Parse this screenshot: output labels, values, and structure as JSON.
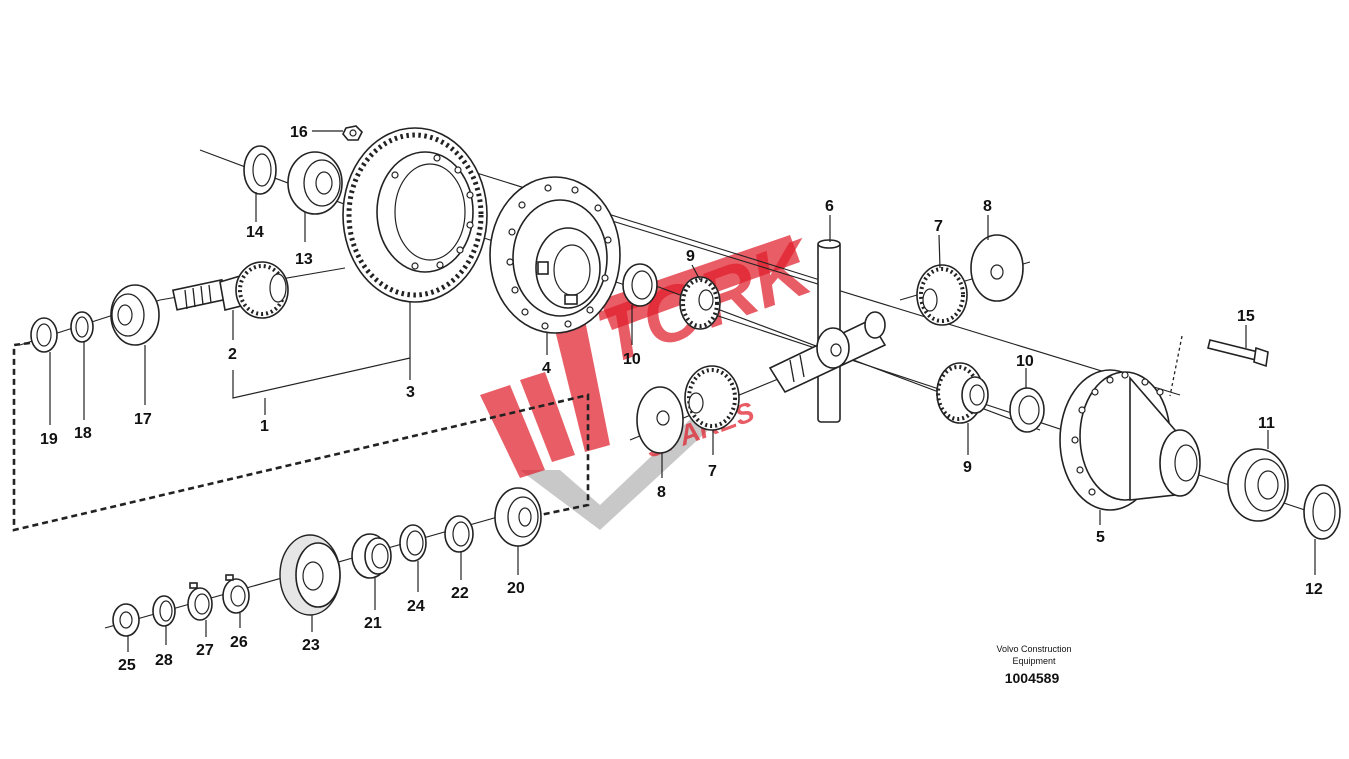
{
  "diagram": {
    "credit_line1": "Volvo Construction",
    "credit_line2": "Equipment",
    "document_number": "1004589",
    "callouts": {
      "c1": "1",
      "c2": "2",
      "c3": "3",
      "c4": "4",
      "c5": "5",
      "c6": "6",
      "c7a": "7",
      "c7b": "7",
      "c8a": "8",
      "c8b": "8",
      "c9a": "9",
      "c9b": "9",
      "c10a": "10",
      "c10b": "10",
      "c11": "11",
      "c12": "12",
      "c13": "13",
      "c14": "14",
      "c15": "15",
      "c16": "16",
      "c17": "17",
      "c18": "18",
      "c19": "19",
      "c20": "20",
      "c21": "21",
      "c22": "22",
      "c23": "23",
      "c24": "24",
      "c25": "25",
      "c26": "26",
      "c27": "27",
      "c28": "28"
    }
  },
  "watermark": {
    "logo_text": "TORK",
    "sub_text": "SPARES",
    "color": "#e01e2b"
  }
}
